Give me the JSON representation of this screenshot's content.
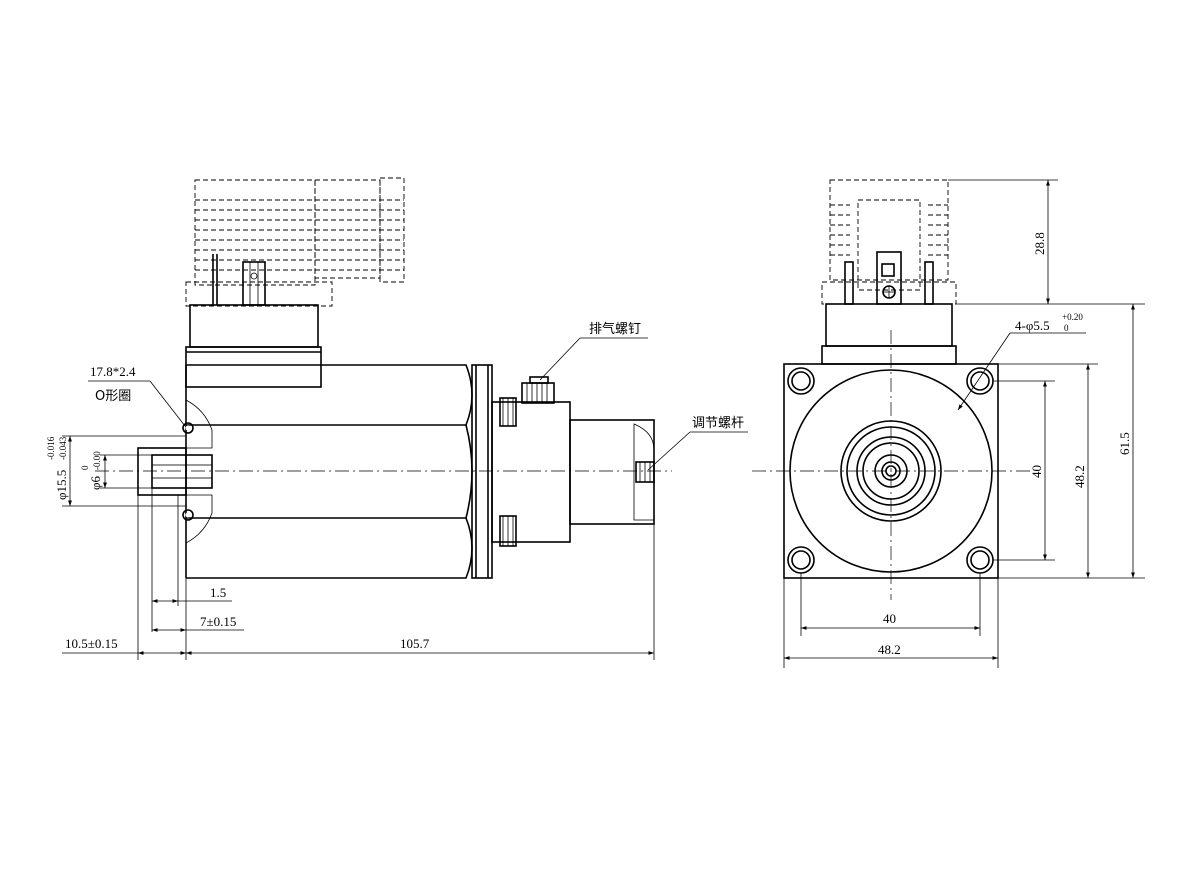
{
  "labels": {
    "oring_size": "17.8*2.4",
    "oring_name": "O形圈",
    "bleed_screw": "排气螺钉",
    "adjust_rod": "调节螺杆",
    "hole_spec_main": "4-φ5.5",
    "hole_spec_upper": "+0.20",
    "hole_spec_lower": "0"
  },
  "dimensions": {
    "left": {
      "d_outer_main": "φ15.5",
      "d_outer_upper": "-0.016",
      "d_outer_lower": "-0.043",
      "d_inner_main": "φ6",
      "d_inner_upper": "0",
      "d_inner_lower": "-0.00",
      "step": "1.5",
      "boss": "7±0.15",
      "offset": "10.5±0.15",
      "length": "105.7"
    },
    "right": {
      "connector_height": "28.8",
      "hole_pitch_h": "40",
      "body_width": "48.2",
      "hole_pitch_v": "40",
      "body_height": "48.2",
      "overall_height": "61.5"
    }
  }
}
